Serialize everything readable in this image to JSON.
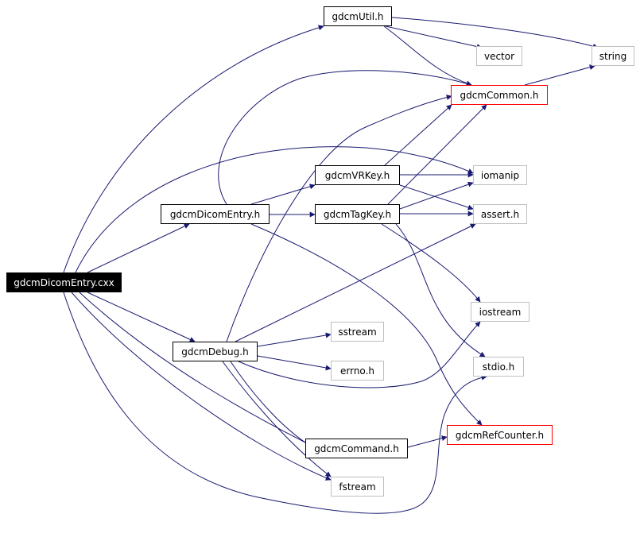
{
  "graph": {
    "colors": {
      "edge": "#191970",
      "normal_border": "#000000",
      "external_border": "#bfbfbf",
      "truncated_border": "#ff0000",
      "root_fill": "#000000",
      "root_text": "#ffffff"
    },
    "nodes": {
      "root": {
        "label": "gdcmDicomEntry.cxx",
        "kind": "root"
      },
      "util": {
        "label": "gdcmUtil.h",
        "kind": "normal"
      },
      "vector": {
        "label": "vector",
        "kind": "external"
      },
      "string": {
        "label": "string",
        "kind": "external"
      },
      "common": {
        "label": "gdcmCommon.h",
        "kind": "truncated"
      },
      "vrkey": {
        "label": "gdcmVRKey.h",
        "kind": "normal"
      },
      "iomanip": {
        "label": "iomanip",
        "kind": "external"
      },
      "dicomentry": {
        "label": "gdcmDicomEntry.h",
        "kind": "normal"
      },
      "tagkey": {
        "label": "gdcmTagKey.h",
        "kind": "normal"
      },
      "assert": {
        "label": "assert.h",
        "kind": "external"
      },
      "iostream": {
        "label": "iostream",
        "kind": "external"
      },
      "sstream": {
        "label": "sstream",
        "kind": "external"
      },
      "debug": {
        "label": "gdcmDebug.h",
        "kind": "normal"
      },
      "errno": {
        "label": "errno.h",
        "kind": "external"
      },
      "stdio": {
        "label": "stdio.h",
        "kind": "external"
      },
      "refcounter": {
        "label": "gdcmRefCounter.h",
        "kind": "truncated"
      },
      "command": {
        "label": "gdcmCommand.h",
        "kind": "normal"
      },
      "fstream": {
        "label": "fstream",
        "kind": "external"
      }
    },
    "edges": [
      [
        "root",
        "util"
      ],
      [
        "root",
        "iomanip"
      ],
      [
        "root",
        "dicomentry"
      ],
      [
        "root",
        "debug"
      ],
      [
        "root",
        "stdio"
      ],
      [
        "root",
        "fstream"
      ],
      [
        "root",
        "command"
      ],
      [
        "util",
        "vector"
      ],
      [
        "util",
        "string"
      ],
      [
        "util",
        "common"
      ],
      [
        "common",
        "string"
      ],
      [
        "dicomentry",
        "common"
      ],
      [
        "dicomentry",
        "vrkey"
      ],
      [
        "dicomentry",
        "tagkey"
      ],
      [
        "dicomentry",
        "refcounter"
      ],
      [
        "vrkey",
        "common"
      ],
      [
        "vrkey",
        "iomanip"
      ],
      [
        "vrkey",
        "assert"
      ],
      [
        "tagkey",
        "common"
      ],
      [
        "tagkey",
        "iomanip"
      ],
      [
        "tagkey",
        "assert"
      ],
      [
        "tagkey",
        "iostream"
      ],
      [
        "tagkey",
        "stdio"
      ],
      [
        "debug",
        "common"
      ],
      [
        "debug",
        "assert"
      ],
      [
        "debug",
        "sstream"
      ],
      [
        "debug",
        "errno"
      ],
      [
        "debug",
        "iostream"
      ],
      [
        "debug",
        "command"
      ],
      [
        "debug",
        "fstream"
      ],
      [
        "command",
        "refcounter"
      ]
    ]
  }
}
